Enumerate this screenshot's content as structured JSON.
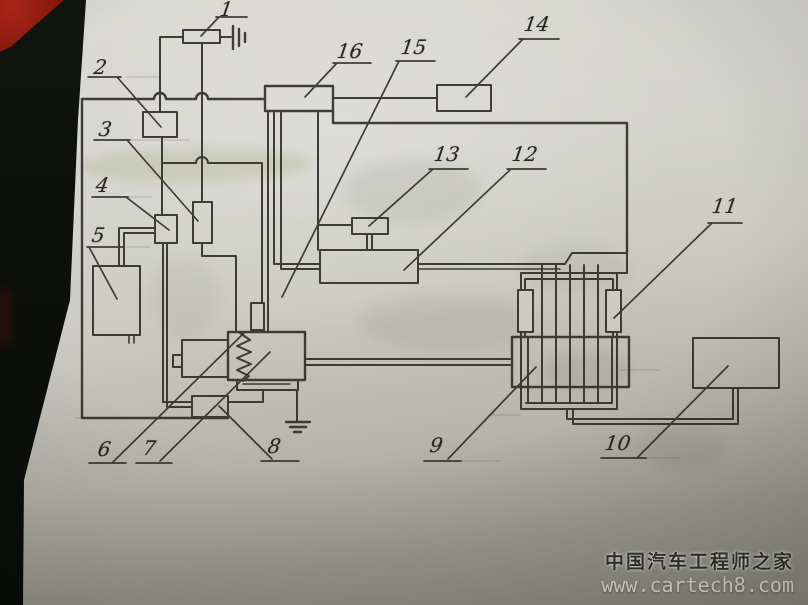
{
  "diagram": {
    "labels": [
      {
        "text": "1"
      },
      {
        "text": "2"
      },
      {
        "text": "3"
      },
      {
        "text": "4"
      },
      {
        "text": "5"
      },
      {
        "text": "6"
      },
      {
        "text": "7"
      },
      {
        "text": "8"
      },
      {
        "text": "9"
      },
      {
        "text": "10"
      },
      {
        "text": "11"
      },
      {
        "text": "12"
      },
      {
        "text": "13"
      },
      {
        "text": "14"
      },
      {
        "text": "15"
      },
      {
        "text": "16"
      }
    ],
    "colors": {
      "ink": "#2e2c27",
      "paper_top": "#dad9d4",
      "paper_bottom": "#8a897f",
      "backdrop": "#0d100b",
      "red_patch": "#9c1d12",
      "highlight_smudge": "#96a05a"
    }
  },
  "watermark": {
    "line1": "中国汽车工程师之家",
    "line2": "www.cartech8.com",
    "line1_color": "#33322e",
    "line2_color": "#dddcd4"
  }
}
